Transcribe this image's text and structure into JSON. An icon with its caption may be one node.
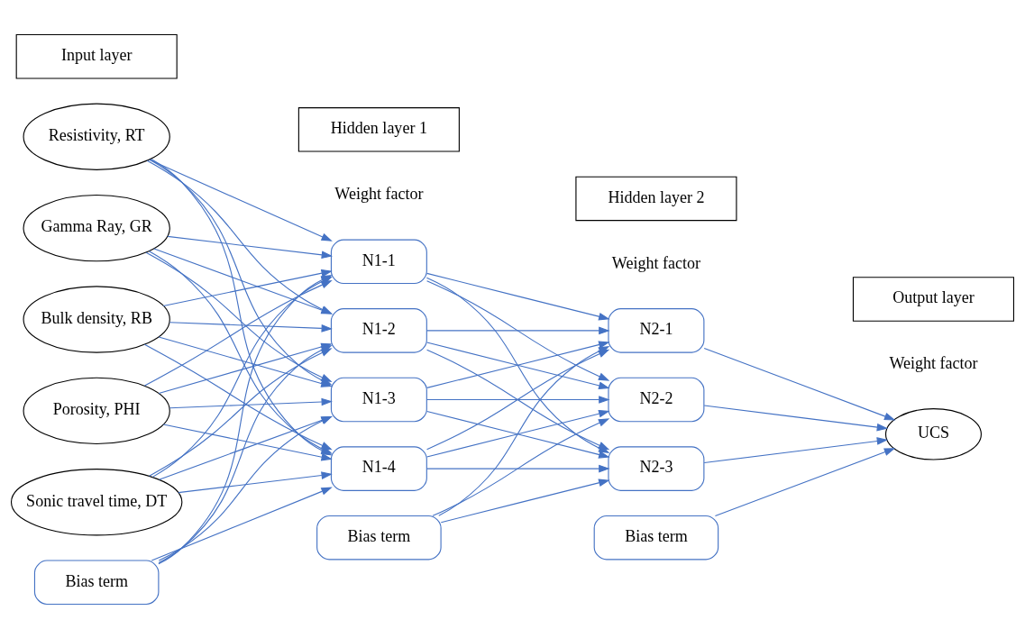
{
  "diagram": {
    "nodes": [
      {
        "text": [
          "Input layer"
        ]
      },
      {
        "text": [
          "Hidden layer 1"
        ]
      },
      {
        "text": [
          "Hidden layer 2"
        ]
      },
      {
        "text": [
          "Output layer"
        ]
      },
      {
        "text": [
          "Resistivity, RT"
        ]
      },
      {
        "text": [
          "Gamma Ray, GR"
        ]
      },
      {
        "text": [
          "Bulk density, RB"
        ]
      },
      {
        "text": [
          "Porosity, PHI"
        ]
      },
      {
        "text": [
          "Sonic travel time, DT"
        ]
      },
      {
        "text": [
          "Bias term"
        ]
      },
      {
        "text": [
          "N1-1"
        ]
      },
      {
        "text": [
          "N1-2"
        ]
      },
      {
        "text": [
          "N1-3"
        ]
      },
      {
        "text": [
          "N1-4"
        ]
      },
      {
        "text": [
          "Bias term"
        ]
      },
      {
        "text": [
          "N2-1"
        ]
      },
      {
        "text": [
          "N2-2"
        ]
      },
      {
        "text": [
          "N2-3"
        ]
      },
      {
        "text": [
          "Bias term"
        ]
      },
      {
        "text": [
          "UCS"
        ]
      }
    ],
    "edges": [
      {
        "from": 4,
        "to": 10,
        "arrow": "to"
      },
      {
        "from": 4,
        "to": 11,
        "arrow": "to"
      },
      {
        "from": 4,
        "to": 12,
        "arrow": "to"
      },
      {
        "from": 4,
        "to": 13,
        "arrow": "to"
      },
      {
        "from": 5,
        "to": 10,
        "arrow": "to"
      },
      {
        "from": 5,
        "to": 11,
        "arrow": "to"
      },
      {
        "from": 5,
        "to": 12,
        "arrow": "to"
      },
      {
        "from": 5,
        "to": 13,
        "arrow": "to"
      },
      {
        "from": 6,
        "to": 10,
        "arrow": "to"
      },
      {
        "from": 6,
        "to": 11,
        "arrow": "to"
      },
      {
        "from": 6,
        "to": 12,
        "arrow": "to"
      },
      {
        "from": 6,
        "to": 13,
        "arrow": "to"
      },
      {
        "from": 7,
        "to": 10,
        "arrow": "to"
      },
      {
        "from": 7,
        "to": 11,
        "arrow": "to"
      },
      {
        "from": 7,
        "to": 12,
        "arrow": "to"
      },
      {
        "from": 7,
        "to": 13,
        "arrow": "to"
      },
      {
        "from": 8,
        "to": 10,
        "arrow": "to"
      },
      {
        "from": 8,
        "to": 11,
        "arrow": "to"
      },
      {
        "from": 8,
        "to": 12,
        "arrow": "to"
      },
      {
        "from": 8,
        "to": 13,
        "arrow": "to"
      },
      {
        "from": 9,
        "to": 10,
        "arrow": "to"
      },
      {
        "from": 9,
        "to": 11,
        "arrow": "to"
      },
      {
        "from": 9,
        "to": 12,
        "arrow": "to"
      },
      {
        "from": 9,
        "to": 13,
        "arrow": "to"
      },
      {
        "from": 10,
        "to": 15,
        "arrow": "to"
      },
      {
        "from": 10,
        "to": 16,
        "arrow": "to"
      },
      {
        "from": 10,
        "to": 17,
        "arrow": "to"
      },
      {
        "from": 11,
        "to": 15,
        "arrow": "to"
      },
      {
        "from": 11,
        "to": 16,
        "arrow": "to"
      },
      {
        "from": 11,
        "to": 17,
        "arrow": "to"
      },
      {
        "from": 12,
        "to": 15,
        "arrow": "to"
      },
      {
        "from": 12,
        "to": 16,
        "arrow": "to"
      },
      {
        "from": 12,
        "to": 17,
        "arrow": "to"
      },
      {
        "from": 13,
        "to": 15,
        "arrow": "to"
      },
      {
        "from": 13,
        "to": 16,
        "arrow": "to"
      },
      {
        "from": 13,
        "to": 17,
        "arrow": "to"
      },
      {
        "from": 14,
        "to": 15,
        "arrow": "to"
      },
      {
        "from": 14,
        "to": 16,
        "arrow": "to"
      },
      {
        "from": 14,
        "to": 17,
        "arrow": "to"
      },
      {
        "from": 15,
        "to": 19,
        "arrow": "to"
      },
      {
        "from": 16,
        "to": 19,
        "arrow": "to"
      },
      {
        "from": 17,
        "to": 19,
        "arrow": "to"
      },
      {
        "from": 18,
        "to": 19,
        "arrow": "to"
      }
    ],
    "labels": [
      "Weight factor",
      "Weight factor",
      "Weight factor"
    ]
  }
}
